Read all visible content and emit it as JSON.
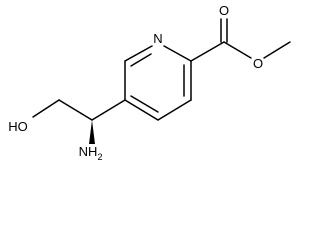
{
  "molecule": {
    "atoms": {
      "nitrogen_ring": "N",
      "carbonyl_oxygen": "O",
      "ester_oxygen": "O",
      "hydroxyl": "HO",
      "amine_main": "NH",
      "amine_sub": "2"
    }
  },
  "colors": {
    "bond": "#000000",
    "label": "#000000",
    "background": "#ffffff"
  }
}
